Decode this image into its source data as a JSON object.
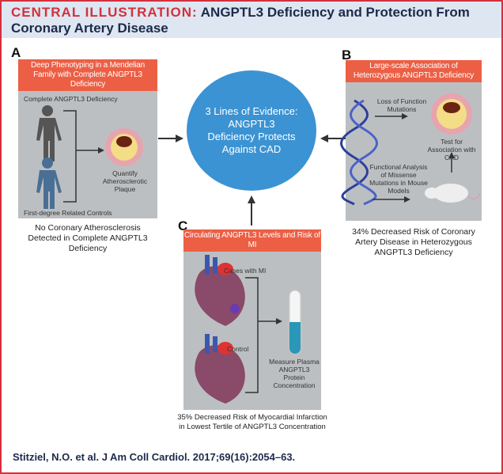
{
  "header": {
    "lead": "CENTRAL ILLUSTRATION:",
    "title": "ANGPTL3 Deficiency and Protection From Coronary Artery Disease"
  },
  "center": {
    "text": "3 Lines of Evidence: ANGPTL3 Deficiency Protects Against CAD"
  },
  "panel_a": {
    "label": "A",
    "title": "Deep Phenotyping in a Mendelian Family with Complete ANGPTL3 Deficiency",
    "group1": "Complete ANGPTL3 Deficiency",
    "group2": "First-degree Related Controls",
    "plaque": "Quantify Atherosclerotic Plaque",
    "caption": "No Coronary Atherosclerosis Detected in Complete ANGPTL3 Deficiency"
  },
  "panel_b": {
    "label": "B",
    "title": "Large-scale Association of Heterozygous ANGPTL3 Deficiency",
    "lof": "Loss of Function Mutations",
    "test": "Test for Association with CAD",
    "functional": "Functional Analysis of Missense Mutations in Mouse Models",
    "caption": "34% Decreased Risk of Coronary Artery Disease in Heterozygous ANGPTL3 Deficiency"
  },
  "panel_c": {
    "label": "C",
    "title": "Circulating ANGPTL3 Levels and Risk of MI",
    "cases": "Cases with MI",
    "control": "Control",
    "measure": "Measure Plasma ANGPTL3 Protein Concentration",
    "caption": "35% Decreased Risk of Myocardial Infarction in Lowest Tertile of ANGPTL3 Concentration"
  },
  "citation": "Stitziel, N.O. et al. J Am Coll Cardiol. 2017;69(16):2054–63."
}
